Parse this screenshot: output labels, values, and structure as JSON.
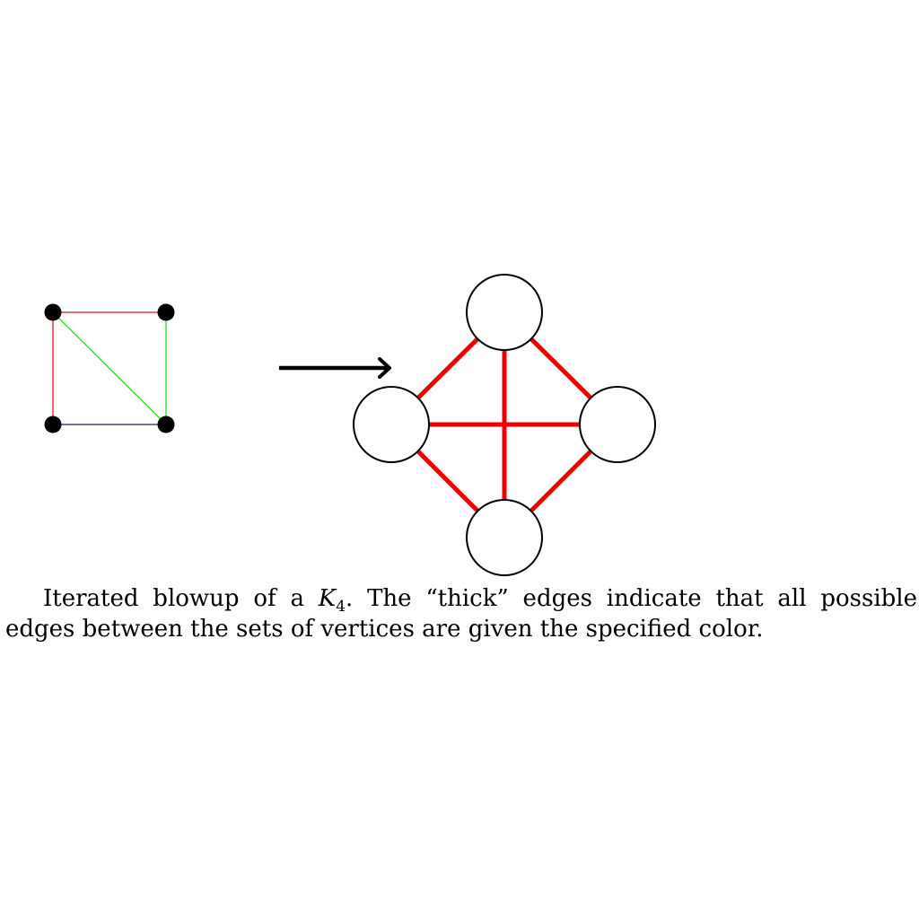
{
  "small_graph": {
    "vertices": [
      "top-left",
      "top-right",
      "bottom-left",
      "bottom-right"
    ],
    "edges": [
      {
        "from": "top-left",
        "to": "top-right",
        "color": "#e0102a"
      },
      {
        "from": "top-left",
        "to": "bottom-left",
        "color": "#e0102a"
      },
      {
        "from": "top-left",
        "to": "bottom-right",
        "color": "#20e020"
      },
      {
        "from": "top-right",
        "to": "bottom-right",
        "color": "#20e020"
      },
      {
        "from": "bottom-left",
        "to": "bottom-right",
        "color": "#1a1a7a"
      }
    ],
    "vertex_color": "#000000"
  },
  "blowup_graph": {
    "vertices": [
      "top",
      "left",
      "right",
      "bottom"
    ],
    "edges": [
      {
        "from": "top",
        "to": "left",
        "color": "#ee0000"
      },
      {
        "from": "top",
        "to": "right",
        "color": "#ee0000"
      },
      {
        "from": "top",
        "to": "bottom",
        "color": "#ee0000"
      },
      {
        "from": "left",
        "to": "right",
        "color": "#ee0000"
      },
      {
        "from": "left",
        "to": "bottom",
        "color": "#ee0000"
      },
      {
        "from": "right",
        "to": "bottom",
        "color": "#ee0000"
      }
    ],
    "vertex_fill": "#ffffff",
    "vertex_stroke": "#000000"
  },
  "arrow_color": "#000000",
  "caption": {
    "lead": "Iterated blowup of a ",
    "math_symbol": "K",
    "math_subscript": "4",
    "tail": ". The “thick” edges indicate that all possible edges between the sets of vertices are given the specified color."
  }
}
